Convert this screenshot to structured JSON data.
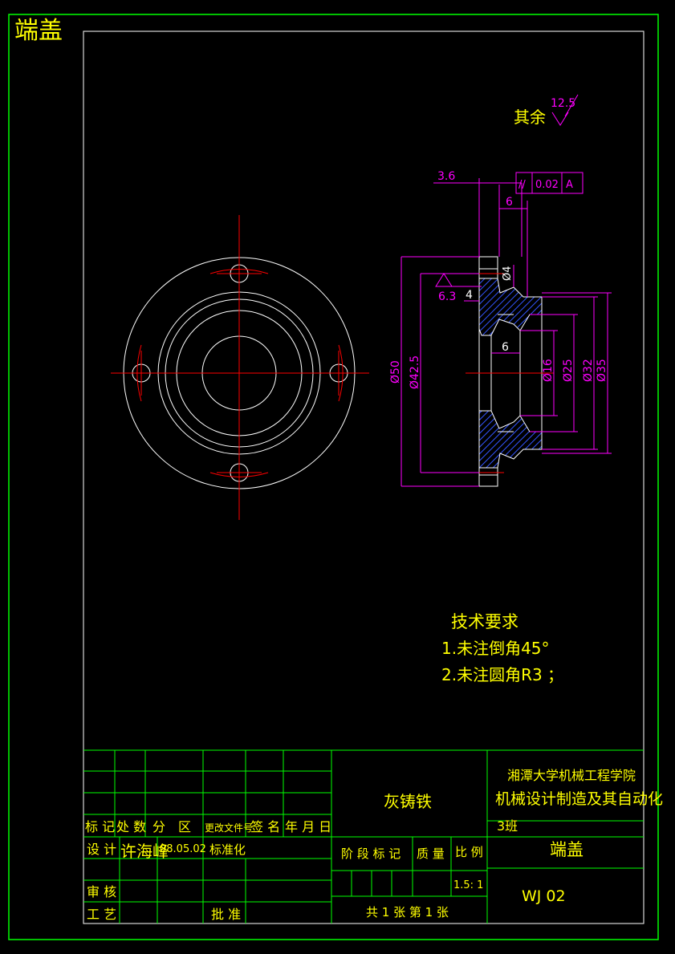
{
  "sheet": {
    "corner_title": "端盖"
  },
  "colors": {
    "background": "#000000",
    "outline": "#ffffff",
    "frame": "#00ff00",
    "centerline": "#ff0000",
    "dimension": "#ff00ff",
    "hatch": "#3355ff",
    "text": "#ffff00"
  },
  "drawing": {
    "roughness_note": {
      "prefix": "其余",
      "value": "12.5"
    },
    "tolerance_frame": {
      "symbol": "//",
      "value": "0.02",
      "datum": "A"
    },
    "dimensions": {
      "d_3_6": "3.6",
      "d_6_top": "6",
      "d_4": "4",
      "d_phi4": "Ø4",
      "d_6_inner": "6",
      "d_phi50": "Ø50",
      "d_phi42_5": "Ø42.5",
      "d_phi16": "Ø16",
      "d_phi25": "Ø25",
      "d_phi32": "Ø32",
      "d_phi35": "Ø35",
      "roughness_local": "6.3"
    }
  },
  "technical_requirements": {
    "title": "技术要求",
    "items": [
      "1.未注倒角45°",
      "2.未注圆角R3 ；"
    ]
  },
  "title_block": {
    "material": "灰铸铁",
    "school": "湘潭大学机械工程学院",
    "class_name": "机械设计制造及其自动化",
    "class_no": "3班",
    "part_name": "端盖",
    "drawing_no": "WJ 02",
    "revision_headers": [
      "标 记",
      "处 数",
      "分　区",
      "更改文件号",
      "签 名",
      "年 月 日"
    ],
    "design_label": "设 计",
    "designer": "许海峰",
    "date": "08.05.02",
    "standardize_label": "标准化",
    "review_label": "审 核",
    "process_label": "工 艺",
    "approve_label": "批 准",
    "stage_label": "阶 段 标 记",
    "mass_label": "质 量",
    "scale_label": "比 例",
    "scale": "1.5: 1",
    "sheets": "共 1 张  第 1 张"
  }
}
